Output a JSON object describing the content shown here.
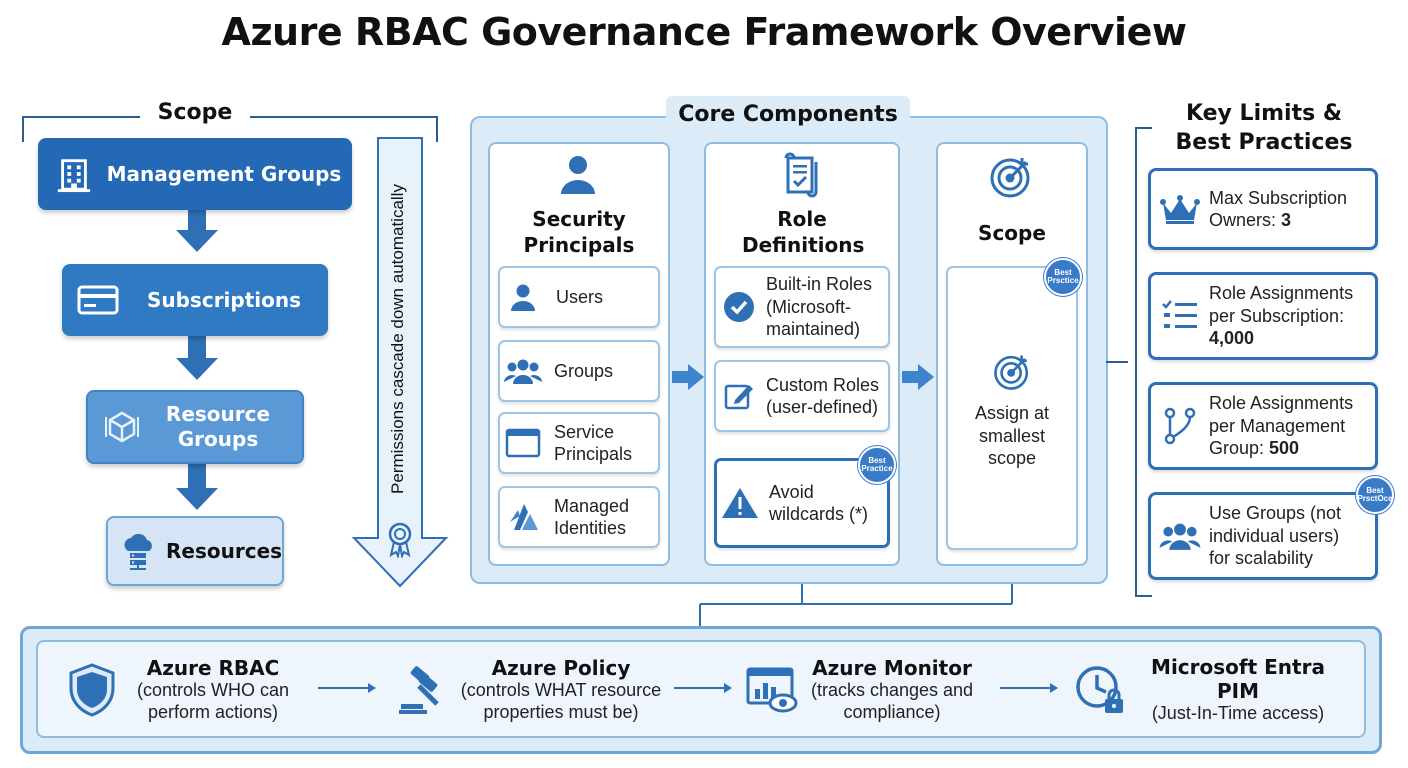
{
  "title": "Azure RBAC Governance Framework Overview",
  "scope": {
    "header": "Scope",
    "levels": [
      {
        "label": "Management Groups",
        "icon": "building-icon"
      },
      {
        "label": "Subscriptions",
        "icon": "card-icon"
      },
      {
        "label": "Resource Groups",
        "icon": "cube-icon"
      },
      {
        "label": "Resources",
        "icon": "cloud-server-icon"
      }
    ],
    "cascade_text": "Permissions cascade down automatically"
  },
  "core": {
    "header": "Core Components",
    "principals": {
      "title": "Security Principals",
      "items": [
        {
          "label": "Users",
          "icon": "user-icon"
        },
        {
          "label": "Groups",
          "icon": "group-icon"
        },
        {
          "label": "Service Principals",
          "icon": "window-icon"
        },
        {
          "label": "Managed Identities",
          "icon": "identity-icon"
        }
      ]
    },
    "roles": {
      "title": "Role Definitions",
      "items": [
        {
          "label": "Built-in Roles (Microsoft-maintained)",
          "icon": "check-circle-icon"
        },
        {
          "label": "Custom Roles (user-defined)",
          "icon": "edit-icon"
        },
        {
          "label": "Avoid wildcards (*)",
          "icon": "warning-icon",
          "badge": "Best Practice"
        }
      ]
    },
    "scope": {
      "title": "Scope",
      "assign_text": "Assign at smallest scope",
      "badge": "Best Prsctice"
    }
  },
  "limits": {
    "header_line1": "Key Limits &",
    "header_line2": "Best Practices",
    "items": [
      {
        "text": "Max Subscription Owners: ",
        "value": "3",
        "icon": "crown-icon"
      },
      {
        "text": "Role Assignments per Subscription: ",
        "value": "4,000",
        "icon": "list-icon"
      },
      {
        "text": "Role Assignments per Management Group: ",
        "value": "500",
        "icon": "hierarchy-icon"
      },
      {
        "text": "Use Groups (not individual users) for scalability",
        "value": "",
        "icon": "group-icon",
        "badge": "Best PrsctOce"
      }
    ]
  },
  "tools": [
    {
      "name": "Azure RBAC",
      "desc": "(controls WHO can perform actions)",
      "icon": "shield-icon"
    },
    {
      "name": "Azure Policy",
      "desc": "(controls WHAT resource properties must be)",
      "icon": "gavel-icon"
    },
    {
      "name": "Azure Monitor",
      "desc": "(tracks changes and compliance)",
      "icon": "monitor-icon"
    },
    {
      "name": "Microsoft Entra PIM",
      "desc": "(Just-In-Time access)",
      "icon": "clock-lock-icon"
    }
  ],
  "colors": {
    "primary": "#2f6fb5",
    "mid": "#3d84cc",
    "light": "#cfe2f5",
    "frame": "#dcebf8"
  }
}
